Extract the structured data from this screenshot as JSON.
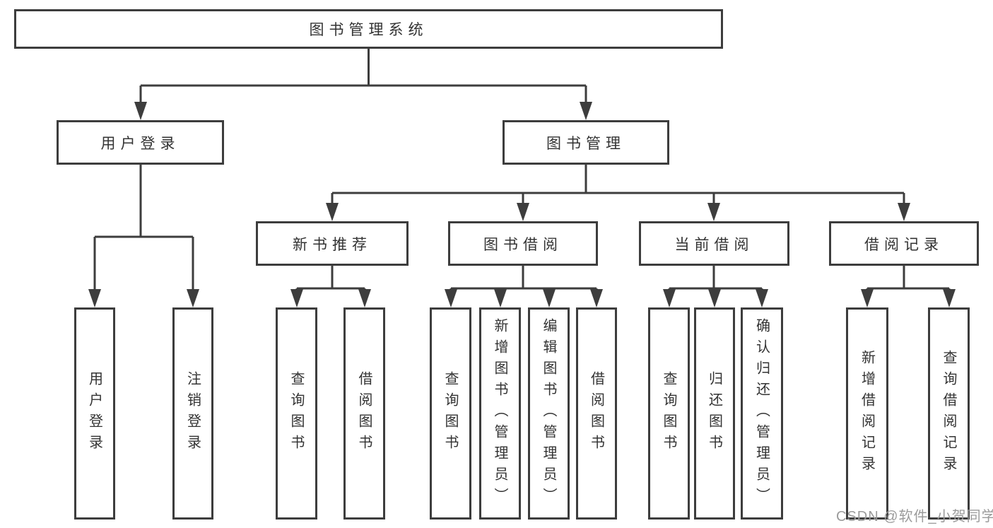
{
  "diagram": {
    "type": "hierarchy-flowchart",
    "watermark": "CSDN @软件_小贺同学",
    "colors": {
      "line": "#3d3d3d",
      "text": "#333333",
      "background": "#ffffff",
      "watermark": "#9b9b9b"
    },
    "tree": {
      "root": "图书管理系统",
      "children": [
        {
          "label": "用户登录",
          "children": [
            "用户登录",
            "注销登录"
          ]
        },
        {
          "label": "图书管理",
          "children": [
            {
              "label": "新书推荐",
              "children": [
                "查询图书",
                "借阅图书"
              ]
            },
            {
              "label": "图书借阅",
              "children": [
                "查询图书",
                "新增图书（管理员）",
                "编辑图书（管理员）",
                "借阅图书"
              ]
            },
            {
              "label": "当前借阅",
              "children": [
                "查询图书",
                "归还图书",
                "确认归还（管理员）"
              ]
            },
            {
              "label": "借阅记录",
              "children": [
                "新增借阅记录",
                "查询借阅记录"
              ]
            }
          ]
        }
      ]
    }
  }
}
